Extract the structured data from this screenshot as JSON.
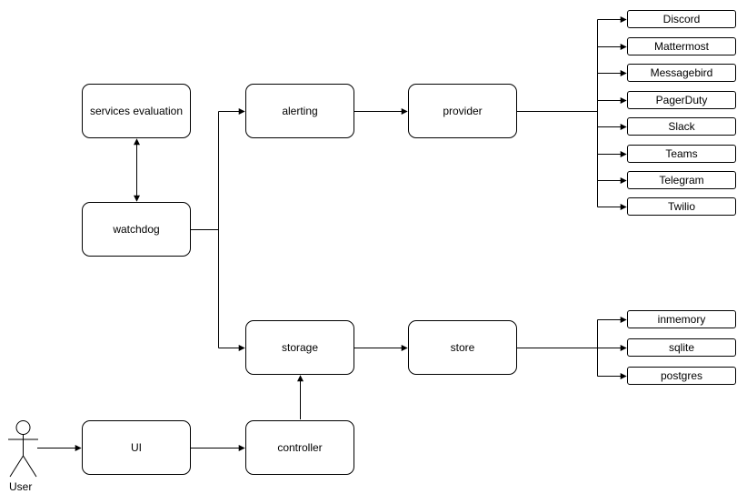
{
  "diagram": {
    "nodes": {
      "services_evaluation": "services evaluation",
      "watchdog": "watchdog",
      "alerting": "alerting",
      "provider": "provider",
      "storage": "storage",
      "store": "store",
      "ui": "UI",
      "controller": "controller"
    },
    "providers": [
      "Discord",
      "Mattermost",
      "Messagebird",
      "PagerDuty",
      "Slack",
      "Teams",
      "Telegram",
      "Twilio"
    ],
    "stores": [
      "inmemory",
      "sqlite",
      "postgres"
    ],
    "actor": {
      "label": "User"
    },
    "colors": {
      "stroke": "#000000",
      "fill": "#ffffff",
      "text": "#000000",
      "background": "#ffffff"
    }
  }
}
